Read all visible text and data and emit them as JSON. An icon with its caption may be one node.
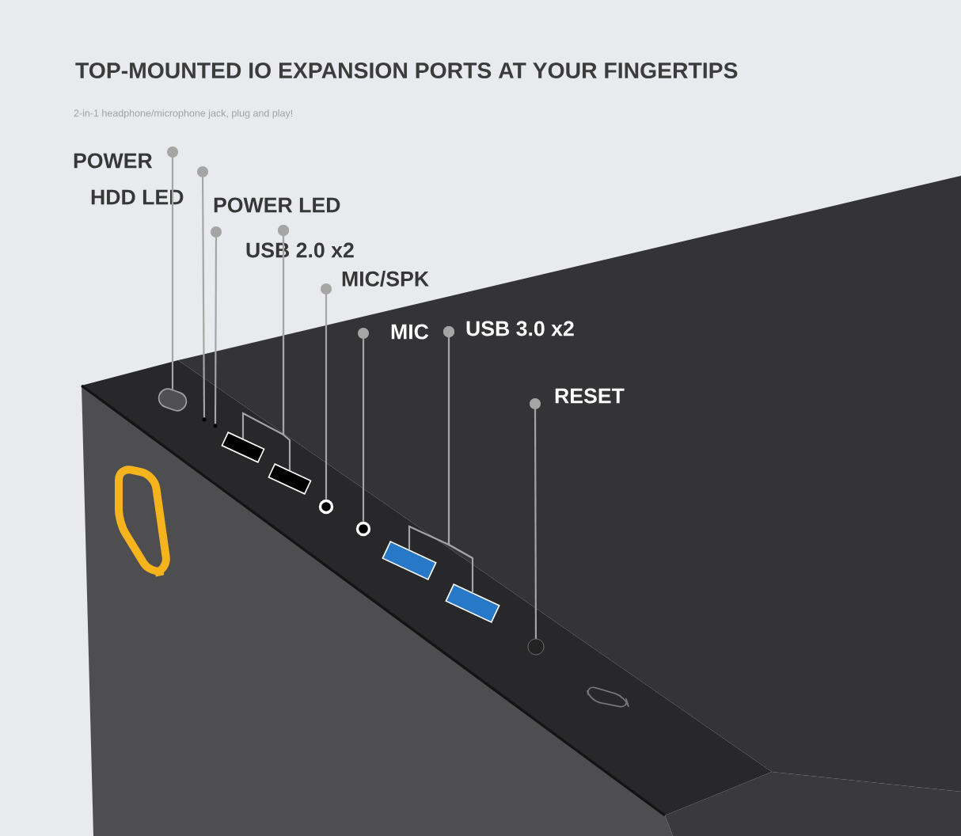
{
  "diagram": {
    "title": "TOP-MOUNTED IO EXPANSION PORTS AT YOUR FINGERTIPS",
    "nodes": [
      {
        "text": [
          "POWER"
        ]
      },
      {
        "text": [
          "HDD LED"
        ]
      },
      {
        "text": [
          "POWER LED"
        ]
      },
      {
        "text": [
          "USB 2.0 x2"
        ]
      },
      {
        "text": [
          "MIC/SPK"
        ]
      },
      {
        "text": [
          "MIC"
        ]
      },
      {
        "text": [
          "USB 3.0 x2"
        ]
      },
      {
        "text": [
          "RESET"
        ]
      },
      {
        "text": [],
        "shape": "button"
      },
      {
        "text": [],
        "shape": "circle"
      },
      {
        "text": [],
        "shape": "circle"
      },
      {
        "text": [],
        "shape": "box"
      },
      {
        "text": [],
        "shape": "box"
      },
      {
        "text": [],
        "shape": "circle"
      },
      {
        "text": [],
        "shape": "circle"
      },
      {
        "text": [],
        "shape": "box"
      },
      {
        "text": [],
        "shape": "box"
      },
      {
        "text": [],
        "shape": "circle"
      }
    ],
    "edges": [
      {
        "from": 0,
        "to": 8,
        "arrow": "other"
      },
      {
        "from": 1,
        "to": 9,
        "arrow": "other"
      },
      {
        "from": 2,
        "to": 10,
        "arrow": "other"
      },
      {
        "from": 3,
        "to": 11,
        "arrow": "other"
      },
      {
        "from": 3,
        "to": 12,
        "arrow": "other"
      },
      {
        "from": 4,
        "to": 13,
        "arrow": "other"
      },
      {
        "from": 5,
        "to": 14,
        "arrow": "other"
      },
      {
        "from": 6,
        "to": 15,
        "arrow": "other"
      },
      {
        "from": 6,
        "to": 16,
        "arrow": "other"
      },
      {
        "from": 7,
        "to": 17,
        "arrow": "other"
      }
    ],
    "labels": [
      "2-in-1 headphone/microphone jack, plug and play!"
    ]
  }
}
